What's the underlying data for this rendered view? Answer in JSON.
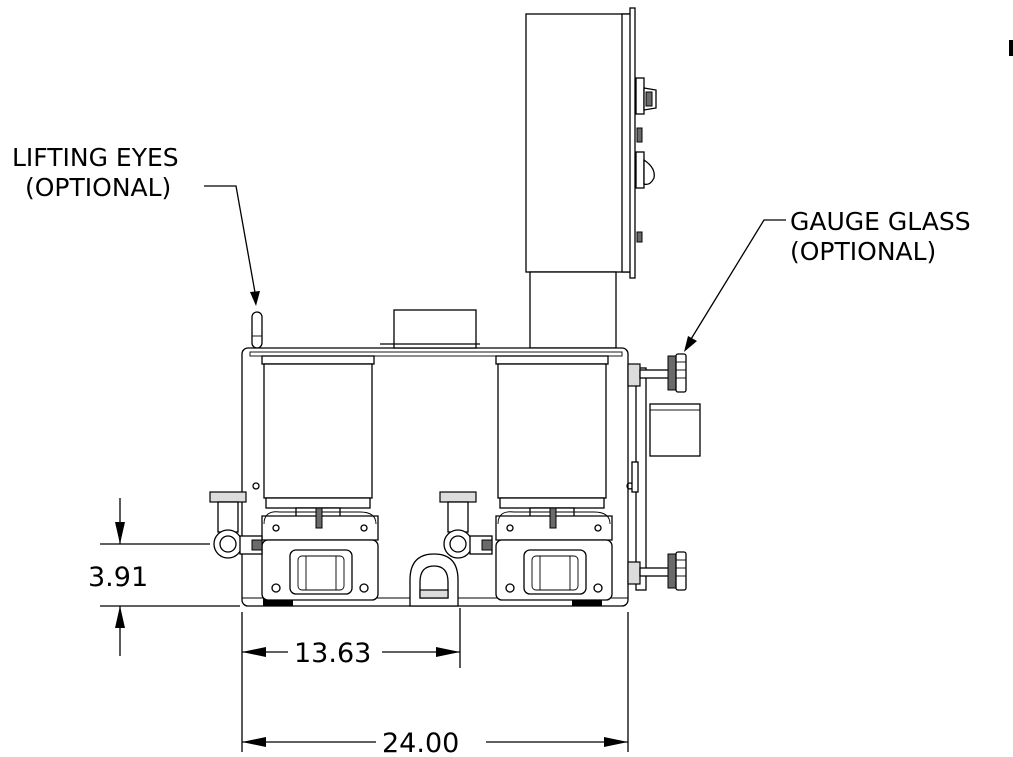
{
  "callouts": {
    "lifting_eyes": {
      "line1": "LIFTING EYES",
      "line2": "(OPTIONAL)"
    },
    "gauge_glass": {
      "line1": "GAUGE GLASS",
      "line2": "(OPTIONAL)"
    }
  },
  "dimensions": {
    "height_dim": "3.91",
    "mid_width_dim": "13.63",
    "overall_width_dim": "24.00"
  }
}
